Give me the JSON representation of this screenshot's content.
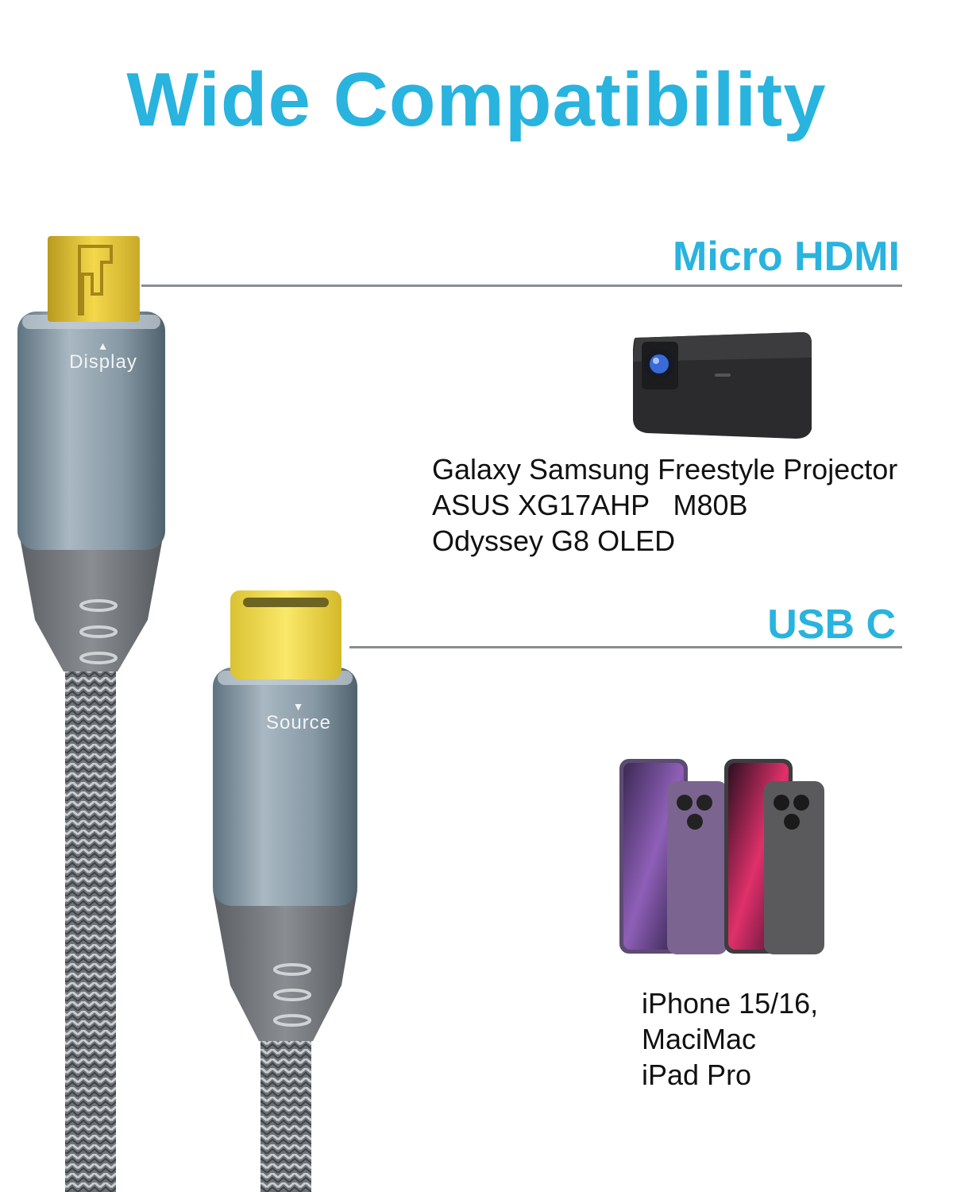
{
  "title": "Wide Compatibility",
  "accent_color": "#29b3df",
  "connectors": [
    {
      "name": "Micro HDMI",
      "housing_label": "Display",
      "arrow": "▲",
      "devices": [
        "Galaxy Samsung Freestyle Projector",
        "ASUS XG17AHP   M80B",
        "Odyssey G8 OLED"
      ],
      "device_image": "projector-icon"
    },
    {
      "name": "USB C",
      "housing_label": "Source",
      "arrow": "▼",
      "devices": [
        "iPhone 15/16,",
        "MaciMac",
        "iPad Pro"
      ],
      "device_image": "iphones-icon"
    }
  ]
}
